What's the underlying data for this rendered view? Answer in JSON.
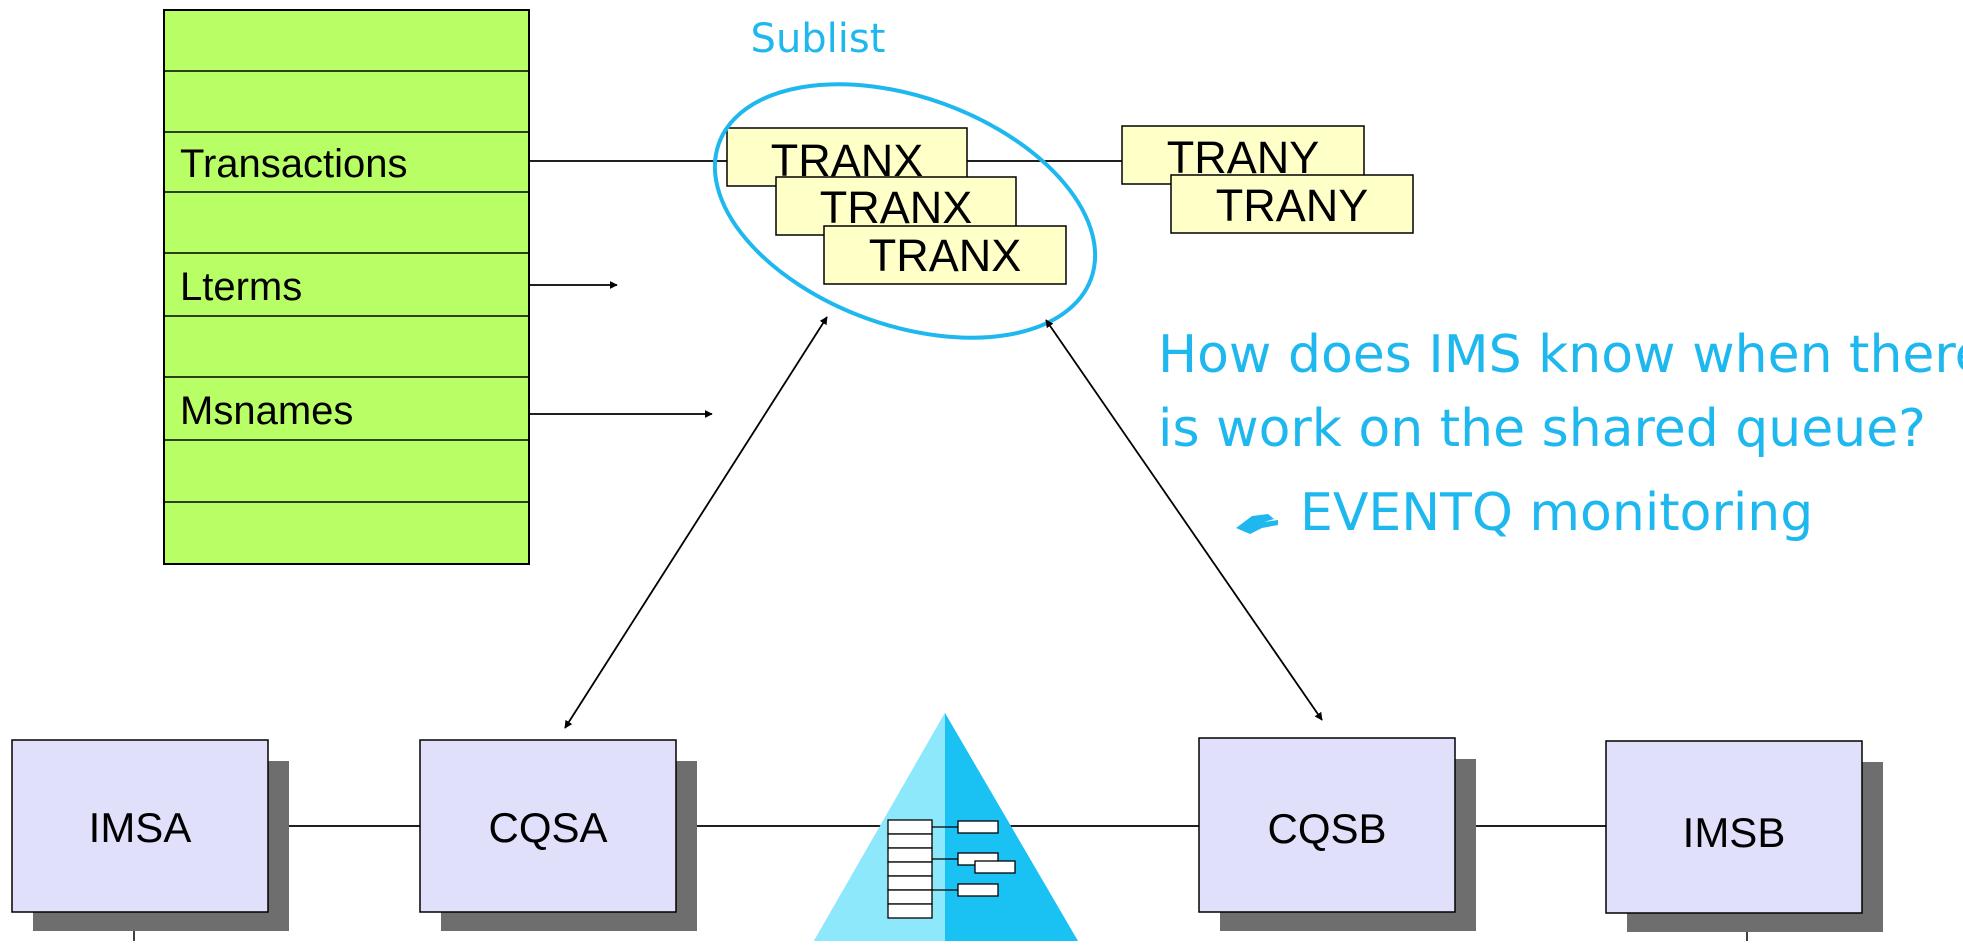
{
  "table": {
    "rows": [
      "",
      "",
      "Transactions",
      "",
      "Lterms",
      "",
      "Msnames",
      "",
      ""
    ]
  },
  "sublist_label": "Sublist",
  "queue_items": {
    "tranx": [
      "TRANX",
      "TRANX",
      "TRANX"
    ],
    "trany": [
      "TRANY",
      "TRANY"
    ]
  },
  "question": {
    "line1": "How does IMS know when there",
    "line2": "is work on the shared queue?",
    "bullet": "EVENTQ monitoring",
    "bullet_icon": "pointing-hand-icon"
  },
  "systems": {
    "imsa": "IMSA",
    "cqsa": "CQSA",
    "cqsb": "CQSB",
    "imsb": "IMSB"
  },
  "coupling_facility_icon": "structure-list-icon",
  "colors": {
    "table_fill": "#b8ff66",
    "queue_fill": "#ffffc8",
    "system_fill": "#e0e0fa",
    "shadow": "#6e6e6e",
    "handwriting": "#1fb8ee",
    "triangle_light": "#8ee8fb",
    "triangle_dark": "#19c2f2"
  }
}
